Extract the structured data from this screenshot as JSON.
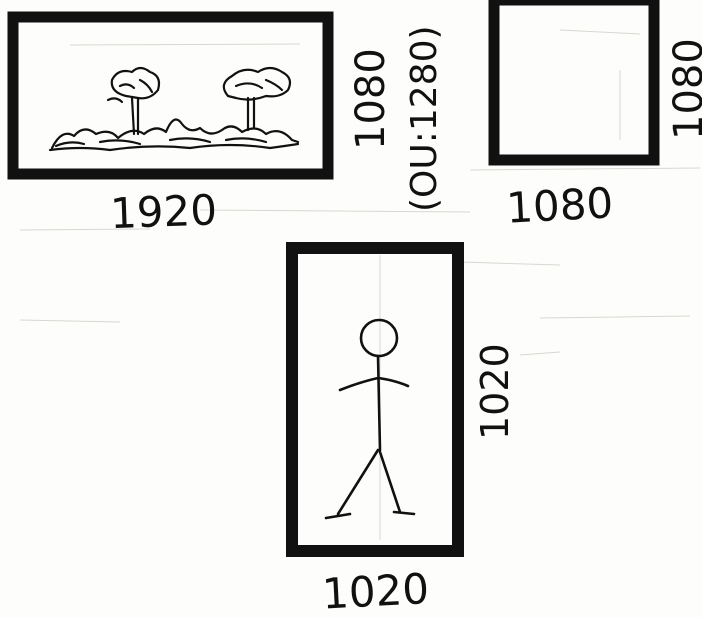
{
  "frames": [
    {
      "id": "landscape",
      "width_label": "1920",
      "height_label": "1080",
      "note": "(OU:1280)"
    },
    {
      "id": "square",
      "width_label": "1080",
      "height_label": "1080"
    },
    {
      "id": "portrait",
      "width_label": "1020",
      "height_label": "1020"
    }
  ],
  "colors": {
    "ink": "#111111",
    "paper": "#fdfdfb",
    "faint": "#d8d8d2"
  }
}
